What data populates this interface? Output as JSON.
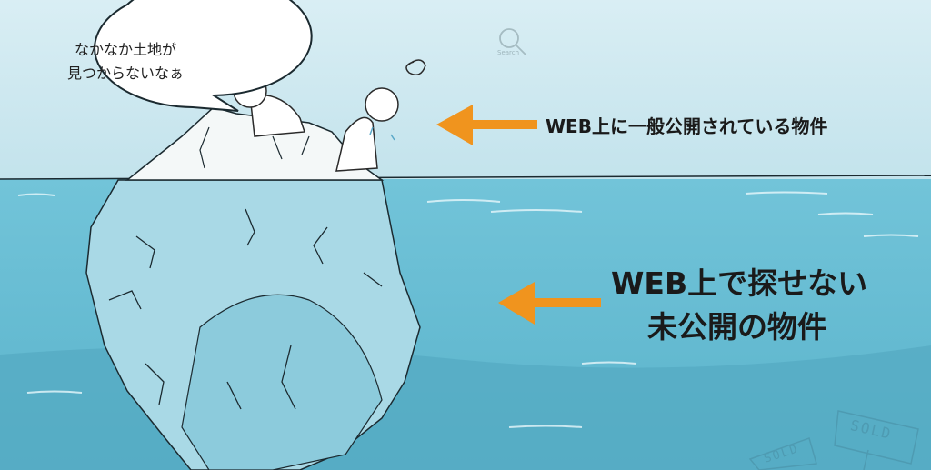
{
  "speech_bubble": {
    "line1": "なかなか土地が",
    "line2": "見つからないなぁ"
  },
  "search_icon": {
    "label": "Search"
  },
  "labels": {
    "public_listings": "WEB上に一般公開されている物件",
    "hidden_line1": "WEB上で探せない",
    "hidden_line2": "未公開の物件"
  },
  "signs": {
    "sold_1": "SOLD",
    "sold_2": "SOLD"
  },
  "colors": {
    "arrow": "#f0941e",
    "sky": "#d3eaf1",
    "water": "#62b9d1",
    "deep_water": "#4ea6c0"
  }
}
